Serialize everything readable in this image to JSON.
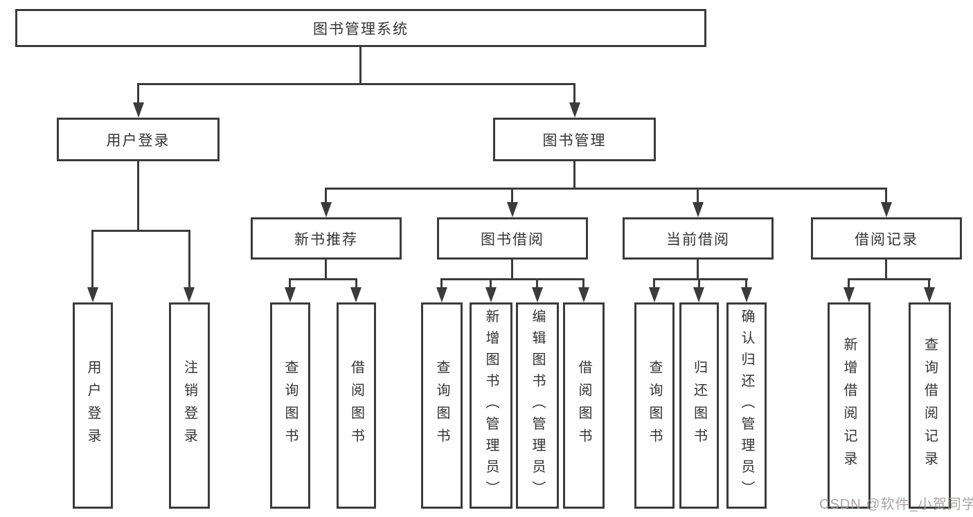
{
  "colors": {
    "line": "#3b3b3b",
    "text": "#333333",
    "watermark": "#a39a9a",
    "background": "#ffffff"
  },
  "diagram": {
    "title": "图书管理系统",
    "user_login": {
      "label": "用户登录",
      "children": [
        "用户登录",
        "注销登录"
      ]
    },
    "book_mgmt": {
      "label": "图书管理",
      "sections": {
        "new_books": {
          "label": "新书推荐",
          "children": [
            "查询图书",
            "借阅图书"
          ]
        },
        "book_borrow": {
          "label": "图书借阅",
          "children": [
            "查询图书",
            "新增图书（管理员）",
            "编辑图书（管理员）",
            "借阅图书"
          ]
        },
        "current_borrow": {
          "label": "当前借阅",
          "children": [
            "查询图书",
            "归还图书",
            "确认归还（管理员）"
          ]
        },
        "borrow_records": {
          "label": "借阅记录",
          "children": [
            "新增借阅记录",
            "查询借阅记录"
          ]
        }
      }
    }
  },
  "watermark": {
    "text": "CSDN @软件_小贺同学"
  }
}
